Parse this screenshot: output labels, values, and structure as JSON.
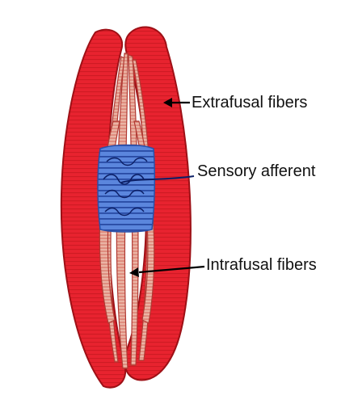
{
  "labels": {
    "extrafusal": "Extrafusal fibers",
    "sensory": "Sensory afferent",
    "intrafusal": "Intrafusal fibers"
  },
  "colors": {
    "extrafusal_fill": "#e8232f",
    "extrafusal_dark": "#9e1016",
    "intrafusal_fill": "#eab4a4",
    "intrafusal_stripe": "#c9483f",
    "sensory_region": "#4d7bd6",
    "sensory_line": "#0c1f66",
    "arrow": "#000000"
  }
}
